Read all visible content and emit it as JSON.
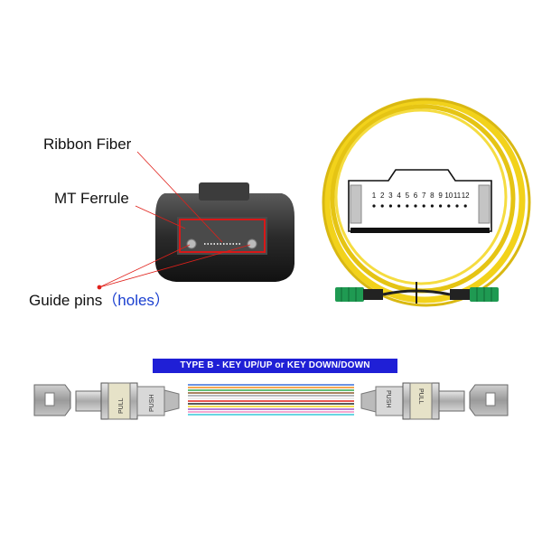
{
  "labels": {
    "ribbon_fiber": "Ribbon Fiber",
    "mt_ferrule": "MT Ferrule",
    "guide_pins": "Guide pins",
    "guide_holes": "（holes）"
  },
  "banner": "TYPE B - KEY UP/UP or KEY DOWN/DOWN",
  "fiber_positions": [
    "1",
    "2",
    "3",
    "4",
    "5",
    "6",
    "7",
    "8",
    "9",
    "10",
    "11",
    "12"
  ],
  "connector_text": {
    "push": "PUSH",
    "pull": "PULL"
  },
  "colors": {
    "cable_yellow": "#f2d21b",
    "boot_green": "#1f9a52",
    "banner_blue": "#1f1fd6",
    "annotation_red": "#e0201a",
    "ferrule_border": "#d81818"
  },
  "ribbon_colors": [
    "#3a6fd8",
    "#f28a1a",
    "#2ea84a",
    "#8b5a2b",
    "#9aa0a6",
    "#ffffff",
    "#e0201a",
    "#222222",
    "#f2d21b",
    "#a050c8",
    "#f08cc0",
    "#36c8d8"
  ]
}
